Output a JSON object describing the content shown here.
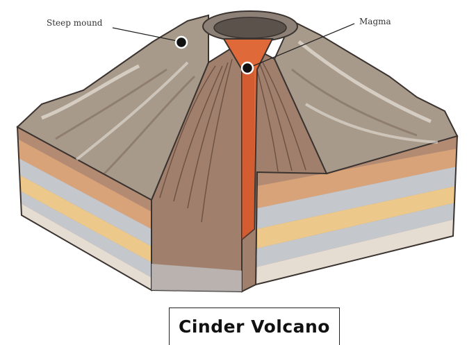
{
  "title": "Cinder Volcano",
  "labels": {
    "steep_mound": "Steep mound",
    "magma": "Magma"
  },
  "colors": {
    "ground_surface": "#a89a8a",
    "cone_layers": "#a0806c",
    "magma": "#e0693a",
    "strata_orange": "#d9a37a",
    "strata_grey": "#c4c7cc",
    "strata_yellow": "#ecc98a",
    "strata_pale": "#e6ddd2",
    "outline": "#3a3330"
  }
}
